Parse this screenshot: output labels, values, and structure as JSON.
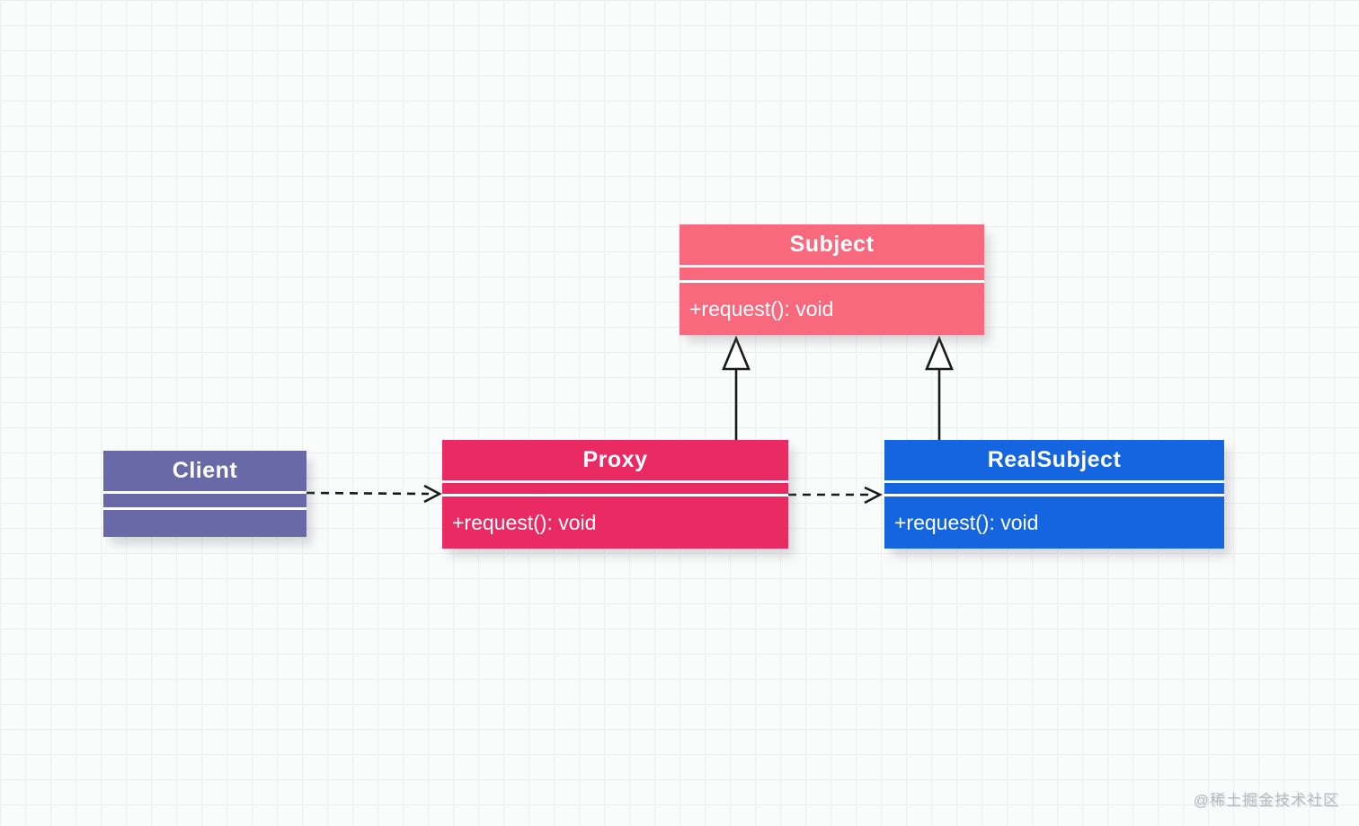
{
  "canvas": {
    "background": "#fafbfb",
    "grid_color": "#eceef0",
    "watermark": "@稀土掘金技术社区"
  },
  "classes": {
    "subject": {
      "title": "Subject",
      "attributes": [],
      "methods": [
        "+request(): void"
      ],
      "color": "#f9697e"
    },
    "client": {
      "title": "Client",
      "attributes": [],
      "methods": [],
      "color": "#6a69a7"
    },
    "proxy": {
      "title": "Proxy",
      "attributes": [],
      "methods": [
        "+request(): void"
      ],
      "color": "#e92a63"
    },
    "realsubject": {
      "title": "RealSubject",
      "attributes": [],
      "methods": [
        "+request(): void"
      ],
      "color": "#1565e0"
    }
  },
  "relationships": [
    {
      "from": "Client",
      "to": "Proxy",
      "type": "dependency",
      "line": "dashed",
      "head": "open-arrow"
    },
    {
      "from": "Proxy",
      "to": "RealSubject",
      "type": "dependency",
      "line": "dashed",
      "head": "open-arrow"
    },
    {
      "from": "Proxy",
      "to": "Subject",
      "type": "generalization",
      "line": "solid",
      "head": "hollow-triangle"
    },
    {
      "from": "RealSubject",
      "to": "Subject",
      "type": "generalization",
      "line": "solid",
      "head": "hollow-triangle"
    }
  ],
  "edge_color": "#1a1a1a"
}
